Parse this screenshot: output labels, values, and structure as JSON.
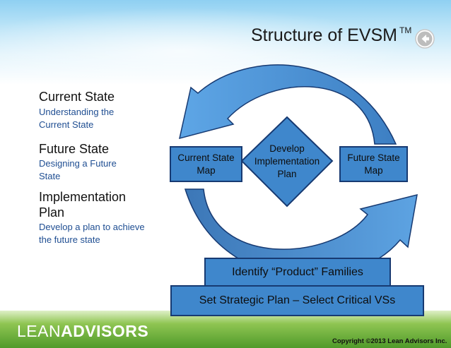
{
  "header": {
    "title": "Structure of EVSM",
    "trademark": "TM"
  },
  "nav": {
    "back_icon": "back-arrow-icon"
  },
  "sections": [
    {
      "heading": "Current State",
      "sub": "Understanding the Current State"
    },
    {
      "heading": "Future State",
      "sub": "Designing a Future State"
    },
    {
      "heading": "Implementation Plan",
      "sub": "Develop a plan to achieve the future state"
    }
  ],
  "diagram": {
    "current_map": "Current State Map",
    "center": "Develop Implementation Plan",
    "future_map": "Future State Map",
    "bar_upper": "Identify “Product” Families",
    "bar_lower": "Set Strategic Plan – Select Critical VSs"
  },
  "footer": {
    "logo_light": "LEAN",
    "logo_bold": "ADVISORS",
    "copyright": "Copyright ©2013 Lean Advisors Inc."
  },
  "colors": {
    "box_fill": "#3f87cc",
    "box_border": "#173a72",
    "subtitle_text": "#1f4e92",
    "grass": "#4f9a2a"
  }
}
